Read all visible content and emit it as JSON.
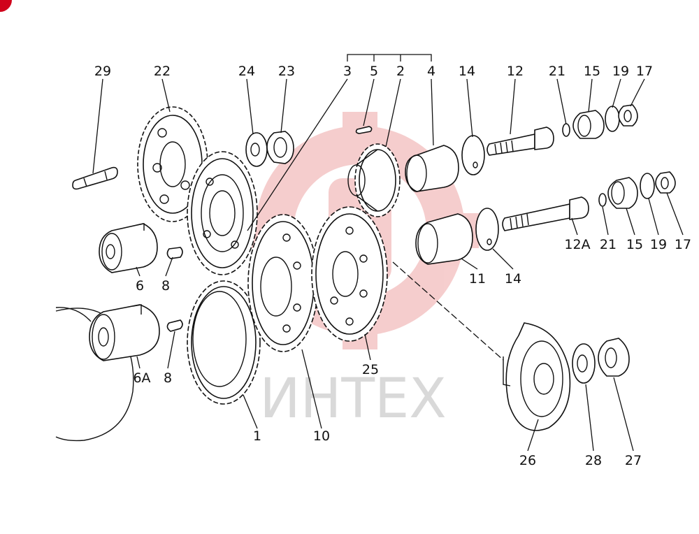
{
  "watermark": {
    "text": "ИНТЕХ",
    "logo": "gear-logo",
    "color": "#e8a0a0"
  },
  "corner_marker": {
    "color": "#d0021b"
  },
  "labels": [
    {
      "id": "29",
      "text": "29"
    },
    {
      "id": "22",
      "text": "22"
    },
    {
      "id": "24",
      "text": "24"
    },
    {
      "id": "23",
      "text": "23"
    },
    {
      "id": "3",
      "text": "3"
    },
    {
      "id": "5",
      "text": "5"
    },
    {
      "id": "2",
      "text": "2"
    },
    {
      "id": "4",
      "text": "4"
    },
    {
      "id": "14a",
      "text": "14"
    },
    {
      "id": "12",
      "text": "12"
    },
    {
      "id": "21a",
      "text": "21"
    },
    {
      "id": "15a",
      "text": "15"
    },
    {
      "id": "19a",
      "text": "19"
    },
    {
      "id": "17a",
      "text": "17"
    },
    {
      "id": "12A",
      "text": "12A"
    },
    {
      "id": "21b",
      "text": "21"
    },
    {
      "id": "15b",
      "text": "15"
    },
    {
      "id": "19b",
      "text": "19"
    },
    {
      "id": "17b",
      "text": "17"
    },
    {
      "id": "11",
      "text": "11"
    },
    {
      "id": "14b",
      "text": "14"
    },
    {
      "id": "6",
      "text": "6"
    },
    {
      "id": "8a",
      "text": "8"
    },
    {
      "id": "6A",
      "text": "6A"
    },
    {
      "id": "8b",
      "text": "8"
    },
    {
      "id": "1",
      "text": "1"
    },
    {
      "id": "10",
      "text": "10"
    },
    {
      "id": "25",
      "text": "25"
    },
    {
      "id": "26",
      "text": "26"
    },
    {
      "id": "28",
      "text": "28"
    },
    {
      "id": "27",
      "text": "27"
    }
  ]
}
